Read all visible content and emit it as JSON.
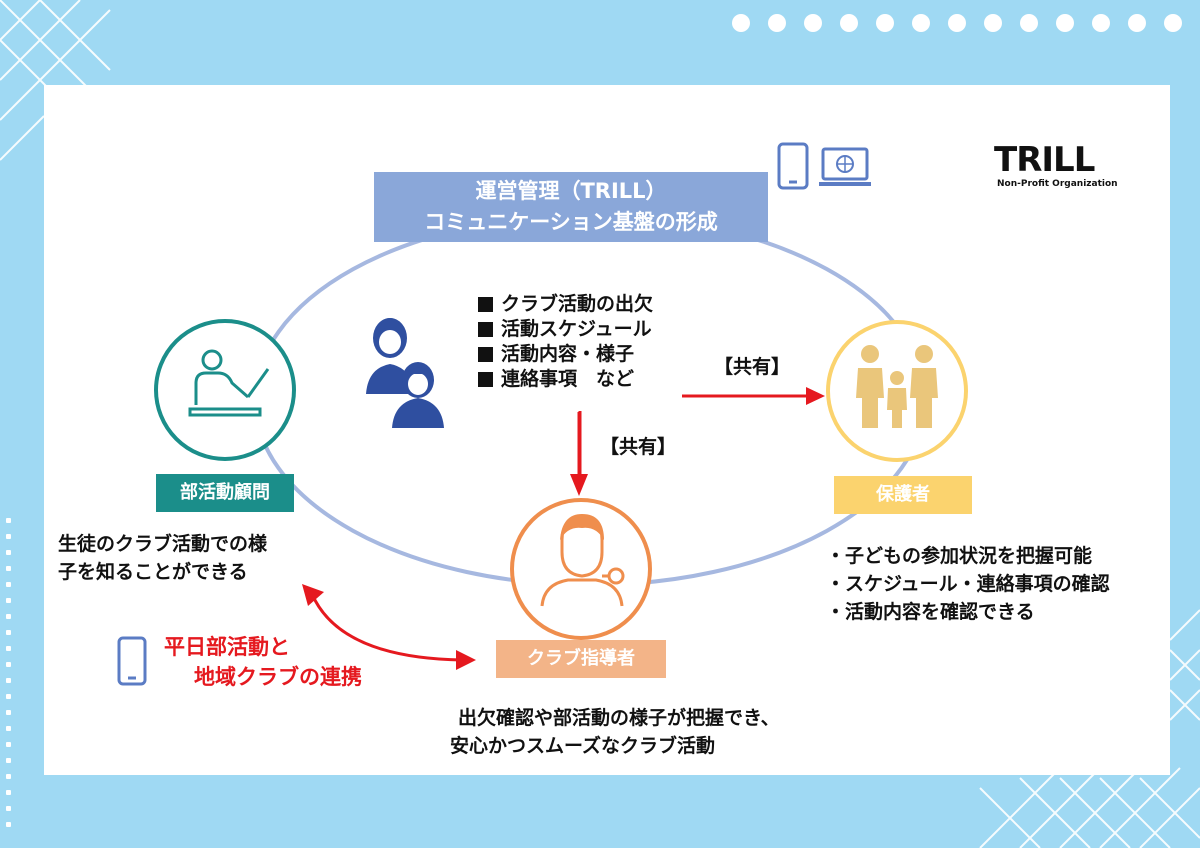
{
  "title": {
    "line1": "運営管理（TRILL）",
    "line2": "コミュニケーション基盤の形成"
  },
  "shared_items": [
    "クラブ活動の出欠",
    "活動スケジュール",
    "活動内容・様子",
    "連絡事項　など"
  ],
  "share_label_right": "【共有】",
  "share_label_down": "【共有】",
  "roles": {
    "advisor": {
      "label": "部活動顧問",
      "desc_line1": "生徒のクラブ活動での様",
      "desc_line2": "子を知ることができる",
      "color": "#1b8e8a"
    },
    "guardian": {
      "label": "保護者",
      "desc_line1": "・子どもの参加状況を把握可能",
      "desc_line2": "・スケジュール・連絡事項の確認",
      "desc_line3": "・活動内容を確認できる",
      "color": "#fbd36e"
    },
    "coach": {
      "label": "クラブ指導者",
      "desc_line1": "出欠確認や部活動の様子が把握でき、",
      "desc_line2": "安心かつスムーズなクラブ活動",
      "color": "#f3b488"
    }
  },
  "link": {
    "line1": "平日部活動と",
    "line2": "地域クラブの連携"
  },
  "logo": {
    "name": "TRILL",
    "subtitle": "Non-Profit Organization"
  },
  "icons": [
    "smartphone-icon",
    "laptop-icon",
    "teacher-icon",
    "students-icon",
    "family-icon",
    "coach-icon"
  ],
  "colors": {
    "background": "#9fd9f3",
    "title_box": "#8aa7d9",
    "ellipse": "#a6b8e0",
    "arrow_red": "#e5191f"
  }
}
